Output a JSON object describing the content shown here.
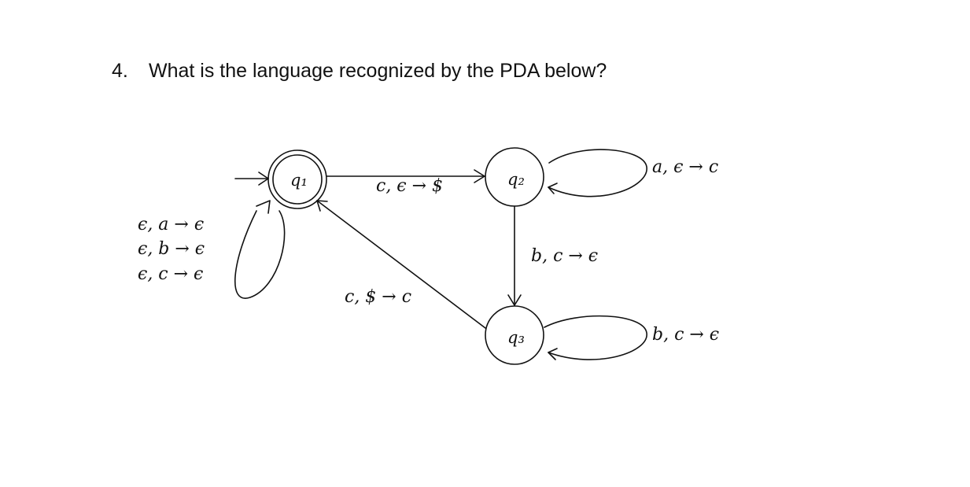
{
  "question": {
    "number": "4.",
    "text": "What is the language recognized by the PDA below?"
  },
  "diagram": {
    "states": [
      {
        "id": "q1",
        "label": "q₁",
        "accepting": true,
        "start": true
      },
      {
        "id": "q2",
        "label": "q₂",
        "accepting": false,
        "start": false
      },
      {
        "id": "q3",
        "label": "q₃",
        "accepting": false,
        "start": false
      }
    ],
    "transitions": [
      {
        "from": "q1",
        "to": "q2",
        "labels": [
          "c, ϵ → $"
        ]
      },
      {
        "from": "q2",
        "to": "q2",
        "labels": [
          "a, ϵ → c"
        ]
      },
      {
        "from": "q2",
        "to": "q3",
        "labels": [
          "b, c → ϵ"
        ]
      },
      {
        "from": "q3",
        "to": "q3",
        "labels": [
          "b, c → ϵ"
        ]
      },
      {
        "from": "q3",
        "to": "q1",
        "labels": [
          "c, $ → c"
        ]
      },
      {
        "from": "q1",
        "to": "q1",
        "labels": [
          "ϵ, a → ϵ",
          "ϵ, b → ϵ",
          "ϵ, c → ϵ"
        ]
      }
    ],
    "colors": {
      "stroke": "#111111",
      "background": "#ffffff"
    }
  }
}
